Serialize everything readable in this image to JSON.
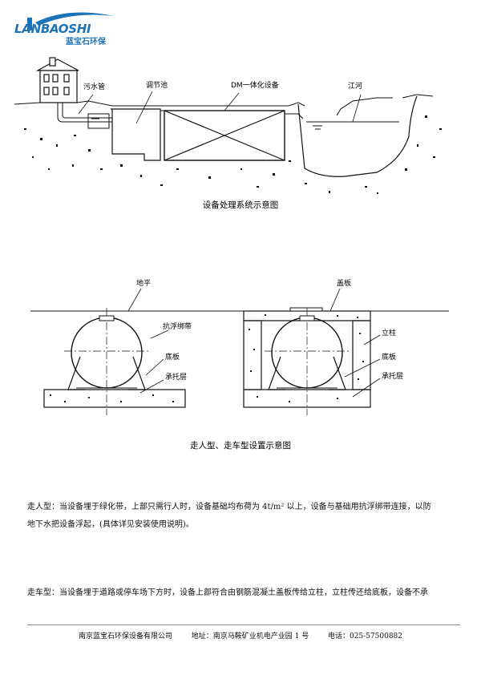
{
  "header": {
    "logo_en": "LANBAOSHI",
    "logo_cn": "蓝宝石环保"
  },
  "fig1": {
    "labels": {
      "pipe": "污水管",
      "tank": "调节池",
      "device": "DM一体化设备",
      "river": "江河"
    },
    "caption": "设备处理系统示意图"
  },
  "fig2": {
    "labels": {
      "ground": "地平",
      "cover": "盖板",
      "strap": "抗浮绑带",
      "column": "立柱",
      "bottom_left": "底板",
      "bottom_right": "底板",
      "support_left": "承托层",
      "support_right": "承托层"
    },
    "caption": "走人型、走车型设置示意图"
  },
  "text": {
    "para1_line1": "走人型：当设备埋于绿化带，上部只需行人时，设备基础均布荷为 4t/m² 以上，设备与基础用抗浮绑带连接，以防",
    "para1_line2": "地下水把设备浮起，(具体详见安装使用说明)。",
    "para2_line1": "走车型：当设备埋于道路或停车场下方时，设备上部符合由钢筋混凝土盖板传给立柱，立柱传还给底板，设备不承"
  },
  "footer": {
    "company": "南京蓝宝石环保设备有限公司",
    "address": "地址：南京马鞍矿业机电产业园 1 号",
    "phone": "电话：025-57500882"
  },
  "colors": {
    "logo": "#1c73b8",
    "line": "#111111",
    "footer_rule": "#888888"
  }
}
